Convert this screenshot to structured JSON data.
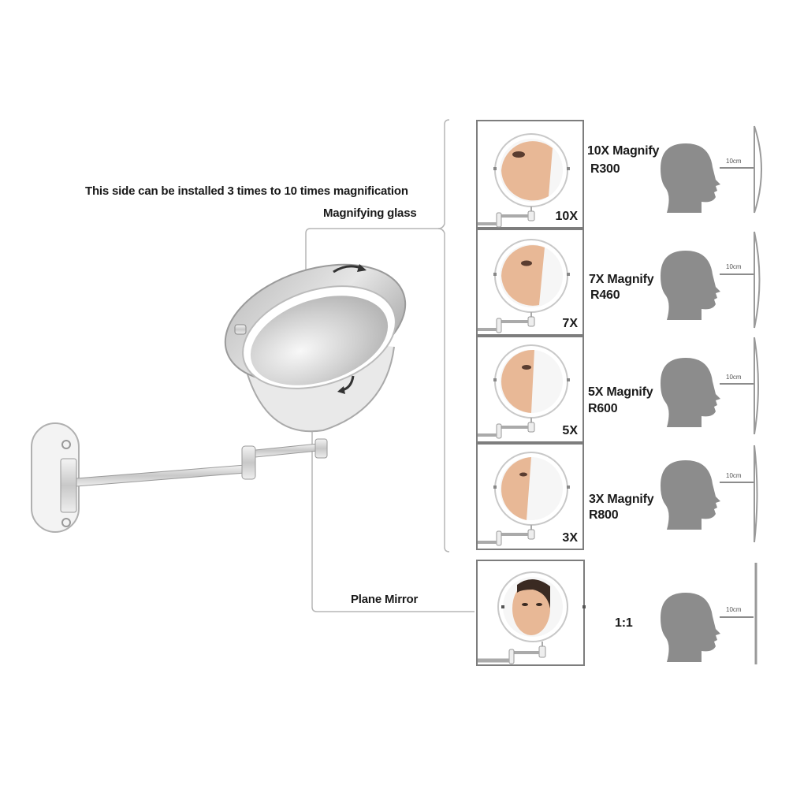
{
  "labels": {
    "install_note": "This side can be installed 3 times to 10 times magnification",
    "magnifying_glass": "Magnifying glass",
    "plane_mirror": "Plane Mirror"
  },
  "panels": [
    {
      "tag": "10X",
      "title": "10X Magnify",
      "radius": "R300",
      "distance": "10cm"
    },
    {
      "tag": "7X",
      "title": "7X  Magnify",
      "radius": "R460",
      "distance": "10cm"
    },
    {
      "tag": "5X",
      "title": "5X Magnify",
      "radius": "R600",
      "distance": "10cm"
    },
    {
      "tag": "3X",
      "title": "3X  Magnify",
      "radius": "R800",
      "distance": "10cm"
    }
  ],
  "plane": {
    "ratio": "1:1",
    "distance": "10cm"
  },
  "colors": {
    "head": "#8c8c8c",
    "frame": "#7d7d7d",
    "leader_line": "#b5b5b5",
    "skin": "#e8b896",
    "chrome": "#c9c9c9"
  }
}
